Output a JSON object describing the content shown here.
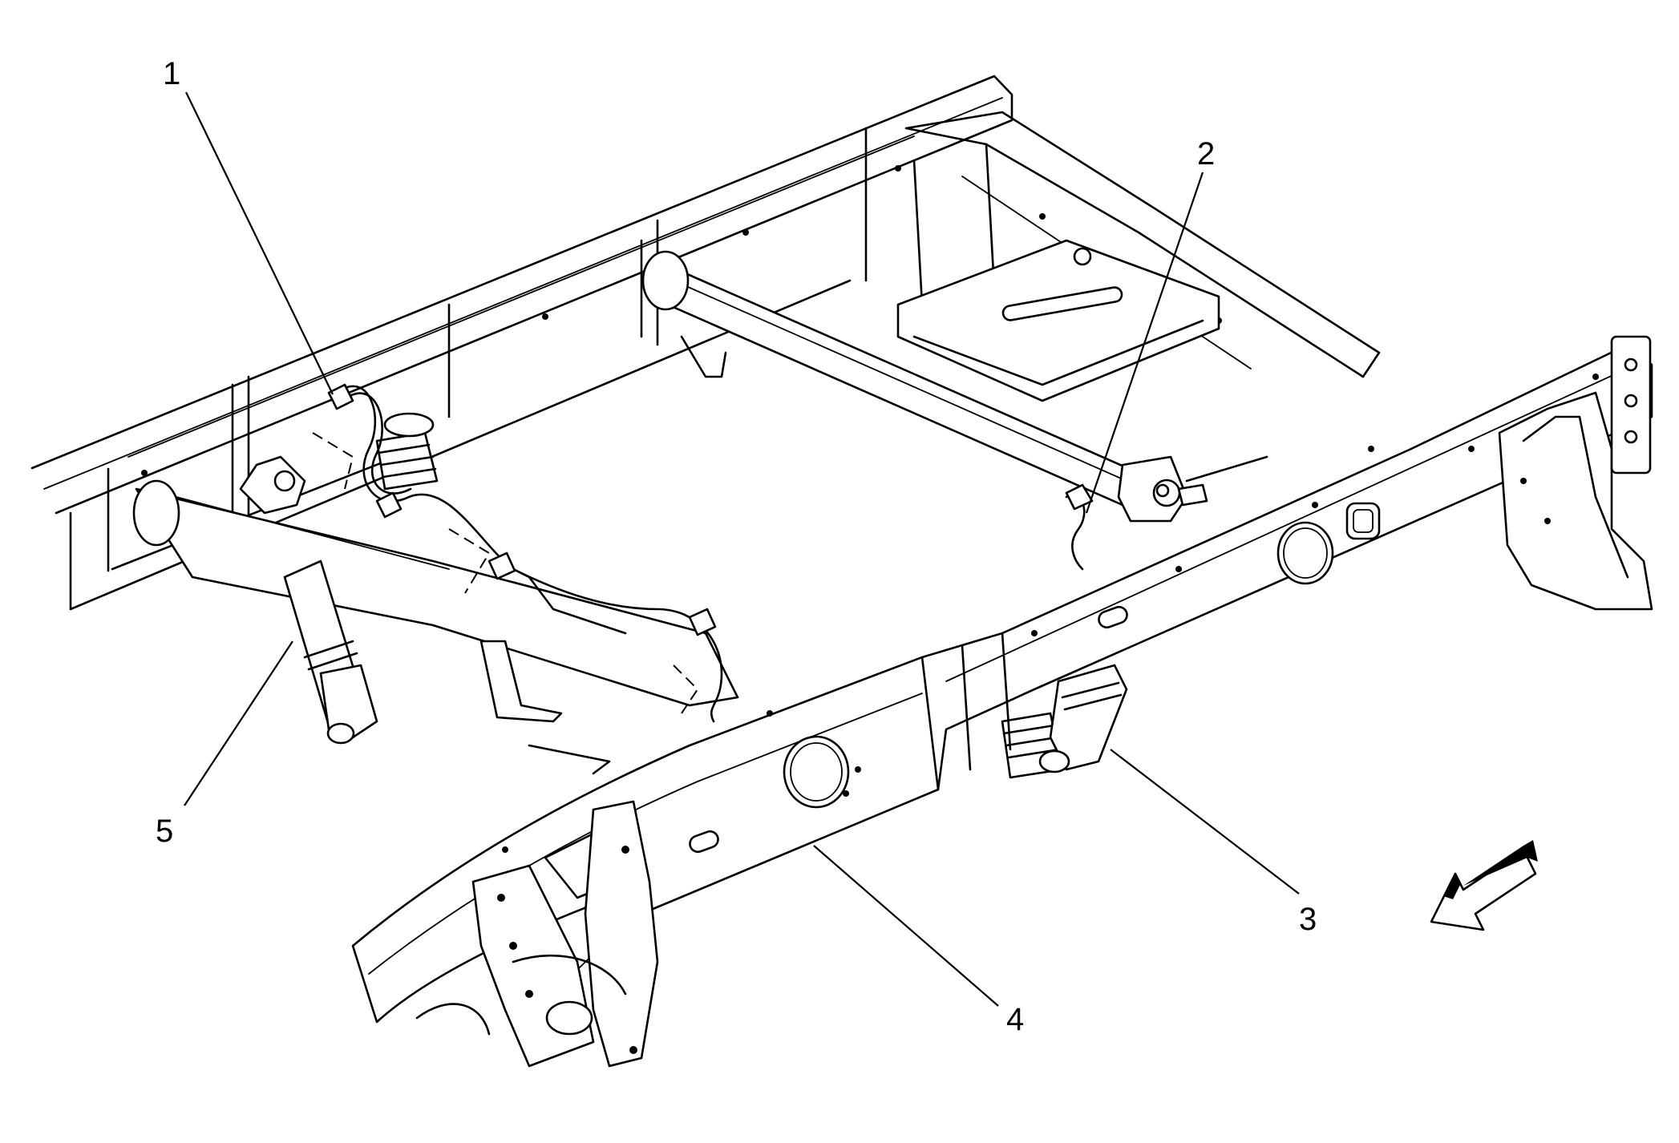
{
  "diagram": {
    "callouts": [
      {
        "id": "1",
        "label": "1"
      },
      {
        "id": "2",
        "label": "2"
      },
      {
        "id": "3",
        "label": "3"
      },
      {
        "id": "4",
        "label": "4"
      },
      {
        "id": "5",
        "label": "5"
      }
    ],
    "direction_arrow": "front-direction-arrow-icon"
  }
}
